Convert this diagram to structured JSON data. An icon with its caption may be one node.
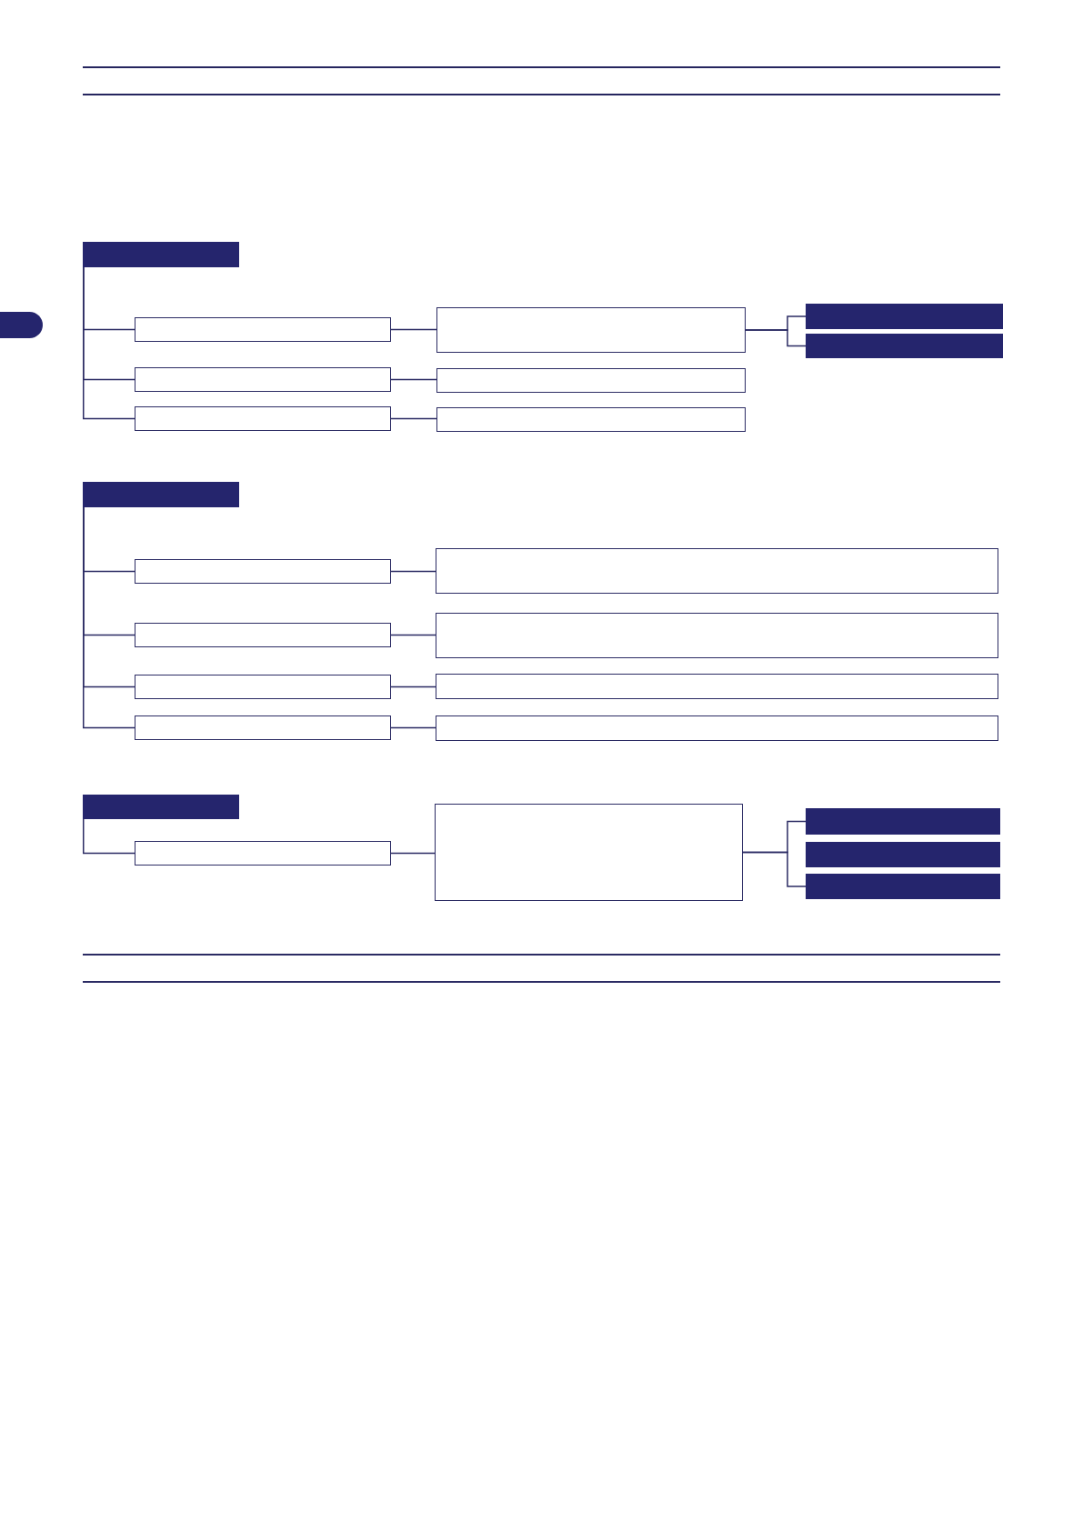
{
  "diagram": {
    "nodes": [
      {
        "text": [],
        "shape": "bar"
      },
      {
        "text": [],
        "shape": "box"
      },
      {
        "text": [],
        "shape": "box"
      },
      {
        "text": [],
        "shape": "bar"
      },
      {
        "text": [],
        "shape": "bar"
      },
      {
        "text": [],
        "shape": "box"
      },
      {
        "text": [],
        "shape": "box"
      },
      {
        "text": [],
        "shape": "box"
      },
      {
        "text": [],
        "shape": "box"
      },
      {
        "text": [],
        "shape": "bar"
      },
      {
        "text": [],
        "shape": "box"
      },
      {
        "text": [],
        "shape": "box"
      },
      {
        "text": [],
        "shape": "box"
      },
      {
        "text": [],
        "shape": "box"
      },
      {
        "text": [],
        "shape": "box"
      },
      {
        "text": [],
        "shape": "box"
      },
      {
        "text": [],
        "shape": "box"
      },
      {
        "text": [],
        "shape": "box"
      },
      {
        "text": [],
        "shape": "bar"
      },
      {
        "text": [],
        "shape": "box"
      },
      {
        "text": [],
        "shape": "box"
      },
      {
        "text": [],
        "shape": "bar"
      },
      {
        "text": [],
        "shape": "bar"
      },
      {
        "text": [],
        "shape": "bar"
      }
    ],
    "edges": [
      {
        "from": 0,
        "to": 1,
        "arrow": "none"
      },
      {
        "from": 0,
        "to": 5,
        "arrow": "none"
      },
      {
        "from": 0,
        "to": 7,
        "arrow": "none"
      },
      {
        "from": 1,
        "to": 2,
        "arrow": "none"
      },
      {
        "from": 2,
        "to": 3,
        "arrow": "none"
      },
      {
        "from": 2,
        "to": 4,
        "arrow": "none"
      },
      {
        "from": 5,
        "to": 6,
        "arrow": "none"
      },
      {
        "from": 7,
        "to": 8,
        "arrow": "none"
      },
      {
        "from": 9,
        "to": 10,
        "arrow": "none"
      },
      {
        "from": 9,
        "to": 12,
        "arrow": "none"
      },
      {
        "from": 9,
        "to": 14,
        "arrow": "none"
      },
      {
        "from": 9,
        "to": 16,
        "arrow": "none"
      },
      {
        "from": 10,
        "to": 11,
        "arrow": "none"
      },
      {
        "from": 12,
        "to": 13,
        "arrow": "none"
      },
      {
        "from": 14,
        "to": 15,
        "arrow": "none"
      },
      {
        "from": 16,
        "to": 17,
        "arrow": "none"
      },
      {
        "from": 18,
        "to": 19,
        "arrow": "none"
      },
      {
        "from": 19,
        "to": 20,
        "arrow": "none"
      },
      {
        "from": 20,
        "to": 21,
        "arrow": "none"
      },
      {
        "from": 20,
        "to": 23,
        "arrow": "none"
      }
    ]
  }
}
